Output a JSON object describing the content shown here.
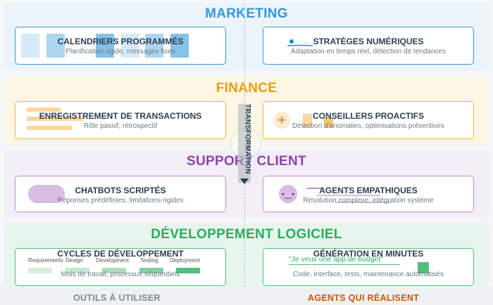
{
  "sections": {
    "marketing": {
      "title": "MARKETING",
      "left": {
        "title": "CALENDRIERS PROGRAMMÉS",
        "subtitle": "Planification rigide, messages fixes"
      },
      "right": {
        "title": "STRATÈGES NUMÉRIQUES",
        "subtitle": "Adaptation en temps réel, détection de tendances"
      }
    },
    "finance": {
      "title": "FINANCE",
      "left": {
        "title": "ENREGISTREMENT DE TRANSACTIONS",
        "subtitle": "Rôle passif, rétrospectif"
      },
      "right": {
        "title": "CONSEILLERS PROACTIFS",
        "subtitle": "Détection d'anomalies, optimisations préventives"
      }
    },
    "support": {
      "title": "SUPPORT CLIENT",
      "left": {
        "title": "CHATBOTS SCRIPTÉS",
        "subtitle": "Réponses prédéfinies, limitations rigides"
      },
      "right": {
        "title": "AGENTS EMPATHIQUES",
        "subtitle": "Résolution complexe, intégration système"
      }
    },
    "dev": {
      "title": "DÉVELOPPEMENT LOGICIEL",
      "left": {
        "title": "CYCLES DE DÉVELOPPEMENT",
        "subtitle": "Mois de travail, processus séquentiels",
        "stages": [
          "Requirements",
          "Design",
          "Development",
          "Testing",
          "Deployment"
        ]
      },
      "right": {
        "title": "GÉNÉRATION EN MINUTES",
        "prompt": "\"Je veux une app de budget\"",
        "subtitle": "Code, interface, tests, maintenance automatisés"
      }
    }
  },
  "transformation_label": "TRANSFORMATION",
  "footer": {
    "left": "OUTILS À UTILISER",
    "right": "AGENTS QUI RÉALISENT"
  },
  "colors": {
    "marketing": "#3498db",
    "finance": "#f39c12",
    "support": "#9b59b6",
    "dev": "#27ae60",
    "footer_left": "#7f8c8d",
    "footer_right": "#d35400"
  }
}
